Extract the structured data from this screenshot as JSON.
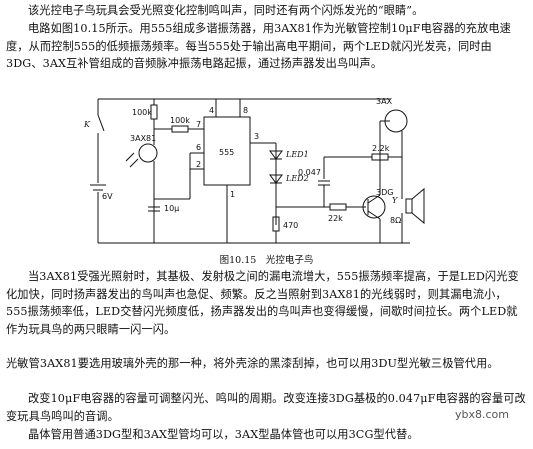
{
  "paragraphs": {
    "p1": "该光控电子鸟玩具会受光照变化控制鸣叫声，同时还有两个闪烁发光的“眼睛”。",
    "p2": "电路如图10.15所示。用555组成多谐振荡器，用3AX81作为光敏管控制10μF电容器的充放电速度，从而控制555的低频振荡频率。每当555处于输出高电平期间，两个LED就闪光发亮，同时由3DG、3AX互补管组成的音频脉冲振荡电路起振，通过扬声器发出鸟叫声。",
    "p3": "当3AX81受强光照射时，其基极、发射极之间的漏电流增大，555振荡频率提高，于是LED闪光变化加快，同时扬声器发出的鸟叫声也急促、频繁。反之当照射到3AX81的光线弱时，则其漏电流小，555振荡频率低，LED交替闪光频度低，扬声器发出的鸟叫声也变得缓慢，间歇时间拉长。两个LED就作为玩具鸟的两只眼睛一闪一闪。",
    "p4": "光敏管3AX81要选用玻璃外壳的那一种，将外壳涂的黑漆刮掉，也可以用3DU型光敏三极管代用。",
    "p5": "改变10μF电容器的容量可调整闪光、鸣叫的周期。改变连接3DG基极的0.047μF电容器的容量可改变玩具鸟鸣叫的音调。",
    "p6": "晶体管用普通3DG型和3AX型管均可以，3AX型晶体管也可以用3CG型代替。"
  },
  "figure": {
    "caption": "图10.15　光控电子鸟",
    "labels": {
      "switch": "K",
      "battery": "6V",
      "r1": "100k",
      "r2": "100k",
      "phototransistor": "3AX81",
      "cap1": "10μ",
      "ic": "555",
      "pin4": "4",
      "pin8": "8",
      "pin7": "7",
      "pin6": "6",
      "pin2": "2",
      "pin1": "1",
      "pin3": "3",
      "led1": "LED1",
      "led2": "LED2",
      "r470": "470",
      "cap2": "0.047",
      "r22k": "22k",
      "r2_2k": "2.2k",
      "q3ax": "3AX",
      "q3dg": "3DG",
      "speaker": "Y",
      "speaker_ohm": "8Ω"
    }
  },
  "watermark": "ybx8.com"
}
